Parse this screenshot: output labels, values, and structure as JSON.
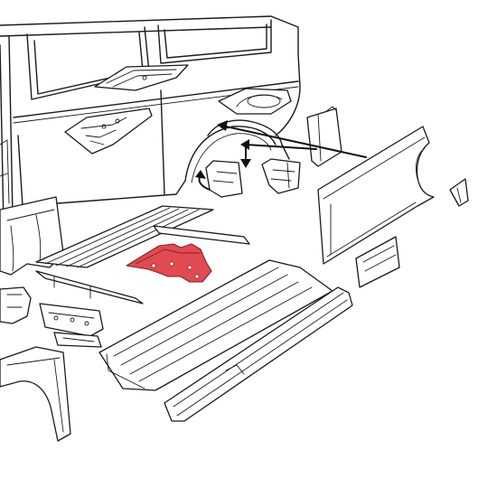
{
  "colors": {
    "line": "#1a1a1a",
    "highlight_part": "#e24a52",
    "background": "#ffffff"
  },
  "parts": [
    {
      "id": "vehicle-body-outline",
      "icon": "van-body-line-art"
    },
    {
      "id": "rear-wheel-arch-panel",
      "icon": "wheel-arch-panel"
    },
    {
      "id": "inner-wheel-tub",
      "icon": "wheel-tub"
    },
    {
      "id": "floor-panel-assembly",
      "icon": "floor-ribs"
    },
    {
      "id": "highlighted-crossmember",
      "icon": "red-bracket",
      "highlighted": true
    },
    {
      "id": "side-sill-section",
      "icon": "sill"
    },
    {
      "id": "front-floor-section",
      "icon": "floor-section"
    },
    {
      "id": "small-repair-brackets",
      "icon": "brackets"
    }
  ]
}
